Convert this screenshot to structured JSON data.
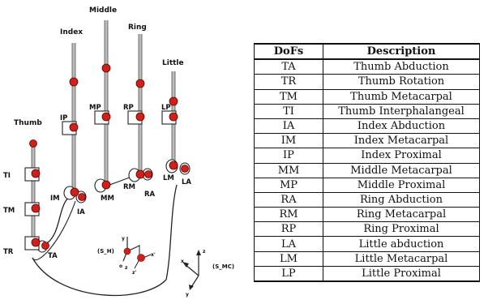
{
  "fingers": {
    "thumb": "Thumb",
    "index": "Index",
    "middle": "Middle",
    "ring": "Ring",
    "little": "Little"
  },
  "joint_labels": {
    "TI": "TI",
    "TM": "TM",
    "TR": "TR",
    "TA": "TA",
    "IP": "IP",
    "IM": "IM",
    "IA": "IA",
    "MP": "MP",
    "MM": "MM",
    "RP": "RP",
    "RM": "RM",
    "RA": "RA",
    "LP": "LP",
    "LM": "LM",
    "LA": "LA"
  },
  "frames": {
    "hand": "(S_H)",
    "mc": "(S_MC)"
  },
  "axes": {
    "x": "x",
    "y": "y",
    "z": "z",
    "o": "o",
    "xp": "x'",
    "zp": "z'"
  },
  "table": {
    "headers": [
      "DoFs",
      "Description"
    ],
    "rows": [
      [
        "TA",
        "Thumb Abduction"
      ],
      [
        "TR",
        "Thumb Rotation"
      ],
      [
        "TM",
        "Thumb Metacarpal"
      ],
      [
        "TI",
        "Thumb Interphalangeal"
      ],
      [
        "IA",
        "Index Abduction"
      ],
      [
        "IM",
        "Index Metacarpal"
      ],
      [
        "IP",
        "Index Proximal"
      ],
      [
        "MM",
        "Middle Metacarpal"
      ],
      [
        "MP",
        "Middle Proximal"
      ],
      [
        "RA",
        "Ring Abduction"
      ],
      [
        "RM",
        "Ring Metacarpal"
      ],
      [
        "RP",
        "Ring Proximal"
      ],
      [
        "LA",
        "Little abduction"
      ],
      [
        "LM",
        "Little Metacarpal"
      ],
      [
        "LP",
        "Little Proximal"
      ]
    ]
  },
  "colors": {
    "joint": "#d0201a",
    "rod": "#7a7a7a",
    "line": "#222222"
  }
}
